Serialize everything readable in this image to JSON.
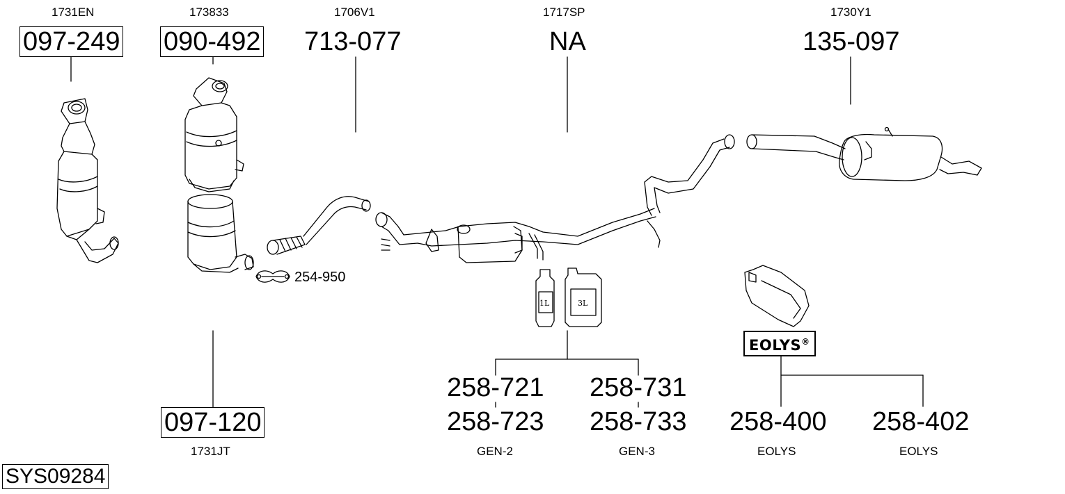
{
  "diagram_id": "SYS09284",
  "parts": [
    {
      "oem": "1731EN",
      "part": "097-249",
      "boxed": true
    },
    {
      "oem": "173833",
      "part": "090-492",
      "boxed": true
    },
    {
      "oem": "1706V1",
      "part": "713-077",
      "boxed": false
    },
    {
      "oem": "1717SP",
      "part": "NA",
      "boxed": false
    },
    {
      "oem": "1730Y1",
      "part": "135-097",
      "boxed": false
    },
    {
      "oem": "1731JT",
      "part": "097-120",
      "boxed": true
    }
  ],
  "clamp": {
    "part": "254-950"
  },
  "fluid_cans": [
    {
      "label": "1L"
    },
    {
      "label": "3L"
    }
  ],
  "additives": [
    {
      "part_a": "258-721",
      "part_b": "258-723",
      "type": "GEN-2"
    },
    {
      "part_a": "258-731",
      "part_b": "258-733",
      "type": "GEN-3"
    }
  ],
  "eolys": {
    "logo": "EOLYS",
    "mark": "®",
    "items": [
      {
        "part": "258-400",
        "type": "EOLYS"
      },
      {
        "part": "258-402",
        "type": "EOLYS"
      }
    ]
  }
}
